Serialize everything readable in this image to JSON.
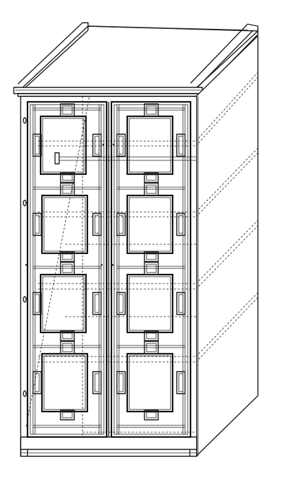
{
  "drawing": {
    "subject": "double-door-cabinet-line-drawing",
    "line_color": "#1a1a1a",
    "background_color": "#ffffff",
    "doors": [
      "left",
      "right"
    ],
    "panels_per_door": 4
  }
}
